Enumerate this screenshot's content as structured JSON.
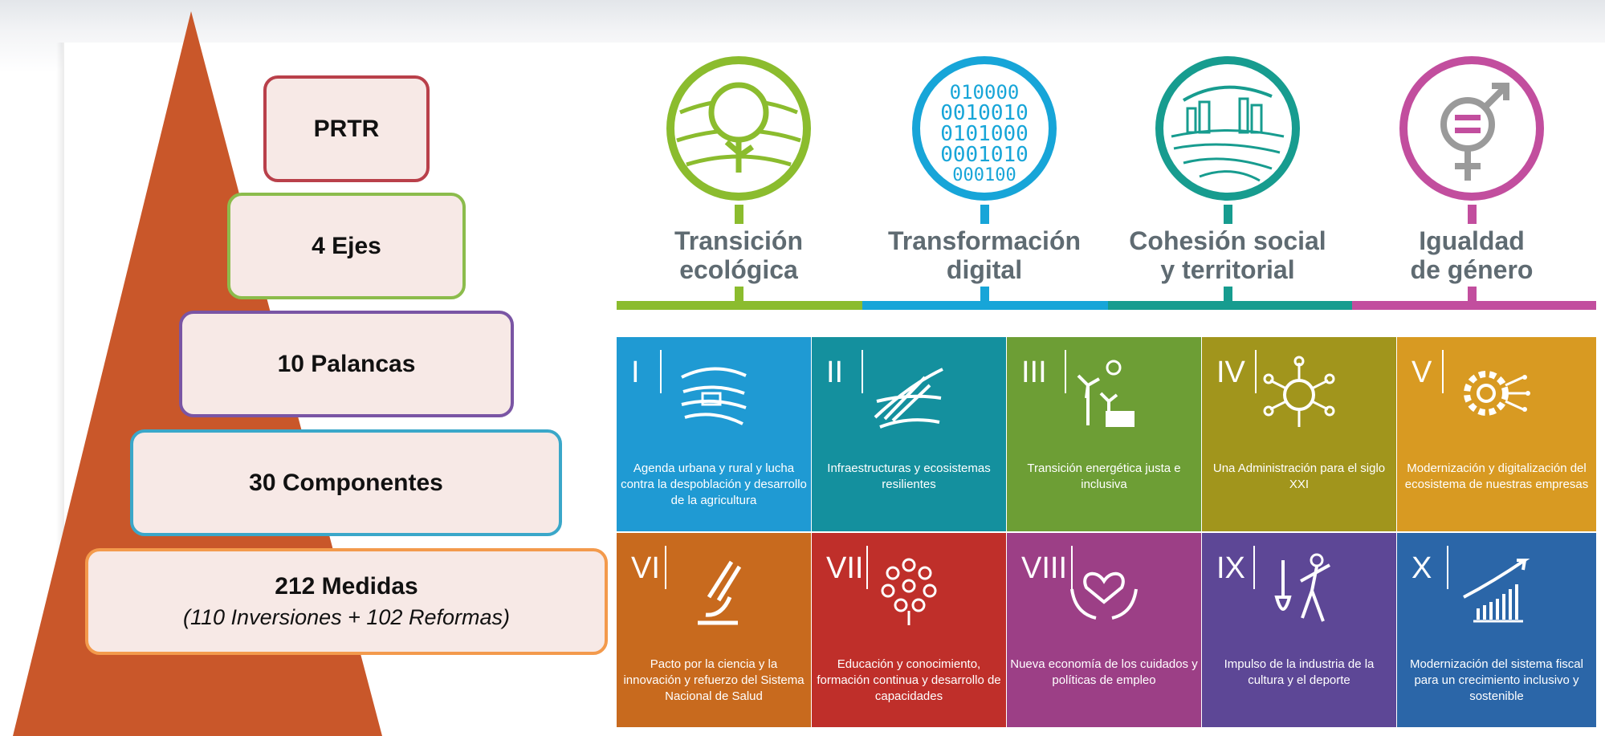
{
  "pyramid": {
    "color": "#c9572a",
    "tiers": [
      {
        "label": "PRTR",
        "sub": "",
        "border": "#b9404a"
      },
      {
        "label": "4 Ejes",
        "sub": "",
        "border": "#8cbc4c"
      },
      {
        "label": "10 Palancas",
        "sub": "",
        "border": "#7a55a4"
      },
      {
        "label": "30 Componentes",
        "sub": "",
        "border": "#3aa7c9"
      },
      {
        "label": "212 Medidas",
        "sub": "(110 Inversiones + 102 Reformas)",
        "border": "#f39a4c"
      }
    ]
  },
  "axes": [
    {
      "label_line1": "Transición",
      "label_line2": "ecológica",
      "color": "#8bbc2e",
      "icon": "tree-icon"
    },
    {
      "label_line1": "Transformación",
      "label_line2": "digital",
      "color": "#17a5d8",
      "icon": "binary-globe-icon"
    },
    {
      "label_line1": "Cohesión social",
      "label_line2": "y territorial",
      "color": "#179c8f",
      "icon": "city-landscape-icon"
    },
    {
      "label_line1": "Igualdad",
      "label_line2": "de género",
      "color": "#c24e9e",
      "icon": "gender-symbol-icon"
    }
  ],
  "levers": [
    {
      "numeral": "I",
      "text": "Agenda urbana y rural y lucha contra la despoblación y desarrollo de la agricultura",
      "color": "#1f9ad3",
      "icon": "rural-landscape-icon"
    },
    {
      "numeral": "II",
      "text": "Infraestructuras y ecosistemas resilientes",
      "color": "#14909e",
      "icon": "bridge-icon"
    },
    {
      "numeral": "III",
      "text": "Transición energética justa e inclusiva",
      "color": "#6d9e35",
      "icon": "wind-solar-icon"
    },
    {
      "numeral": "IV",
      "text": "Una Administración para el siglo XXI",
      "color": "#a1951c",
      "icon": "network-building-icon"
    },
    {
      "numeral": "V",
      "text": "Modernización y digitalización del ecosistema de nuestras empresas",
      "color": "#d89a22",
      "icon": "digital-gear-icon"
    },
    {
      "numeral": "VI",
      "text": "Pacto por la ciencia y la innovación y refuerzo del Sistema Nacional de Salud",
      "color": "#c86a1e",
      "icon": "microscope-icon"
    },
    {
      "numeral": "VII",
      "text": "Educación y conocimiento, formación continua y desarrollo de capacidades",
      "color": "#bf2f2a",
      "icon": "knowledge-network-icon"
    },
    {
      "numeral": "VIII",
      "text": "Nueva economía de los cuidados y políticas de empleo",
      "color": "#9c3f86",
      "icon": "care-hands-icon"
    },
    {
      "numeral": "IX",
      "text": "Impulso de la industria de la cultura y el deporte",
      "color": "#5d4796",
      "icon": "violin-athlete-icon"
    },
    {
      "numeral": "X",
      "text": "Modernización del sistema fiscal para un crecimiento inclusivo y sostenible",
      "color": "#2b66a8",
      "icon": "growth-chart-icon"
    }
  ]
}
